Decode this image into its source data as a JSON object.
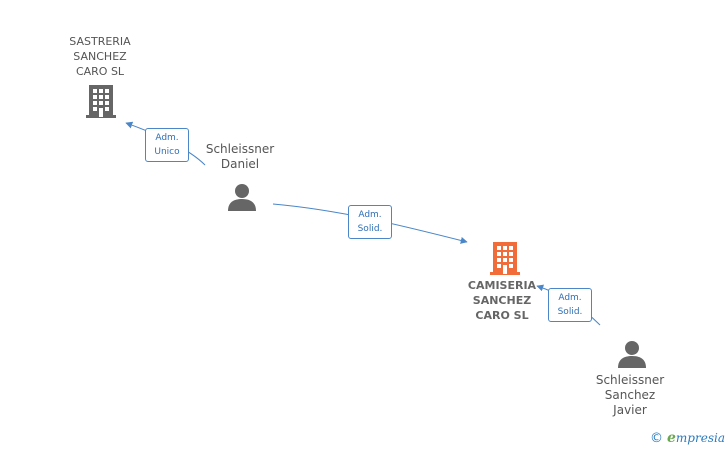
{
  "nodes": {
    "company_top": {
      "label": "SASTRERIA\nSANCHEZ\nCARO  SL",
      "icon": "building-icon",
      "color": "#666666"
    },
    "company_main": {
      "label": "CAMISERIA\nSANCHEZ\nCARO  SL",
      "icon": "building-icon",
      "color": "#f26c3a"
    },
    "person_daniel": {
      "label": "Schleissner\nDaniel",
      "icon": "person-icon",
      "color": "#666666"
    },
    "person_javier": {
      "label": "Schleissner\nSanchez\nJavier",
      "icon": "person-icon",
      "color": "#666666"
    }
  },
  "edges": [
    {
      "from": "person_daniel",
      "to": "company_top",
      "label": "Adm.\nUnico"
    },
    {
      "from": "person_daniel",
      "to": "company_main",
      "label": "Adm.\nSolid."
    },
    {
      "from": "person_javier",
      "to": "company_main",
      "label": "Adm.\nSolid."
    }
  ],
  "brand": {
    "copyright": "©",
    "initial": "e",
    "name": "mpresia"
  },
  "colors": {
    "edge": "#4a86c8",
    "badge_text": "#2f6fb7"
  }
}
